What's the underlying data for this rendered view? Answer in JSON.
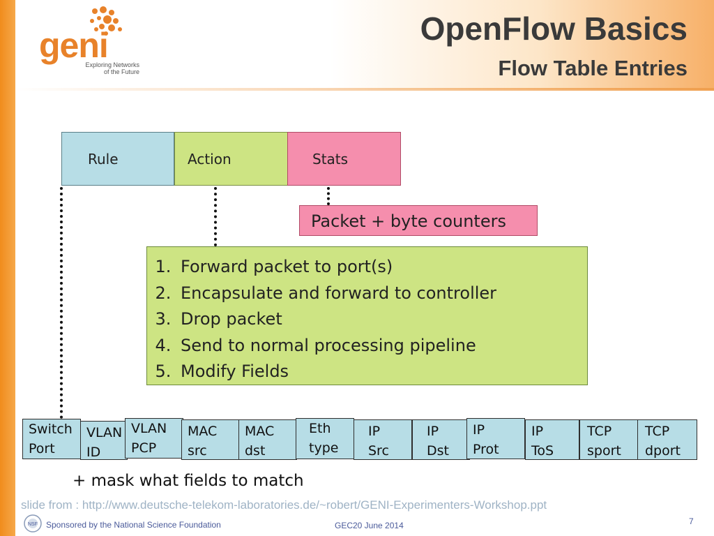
{
  "header": {
    "title": "OpenFlow Basics",
    "subtitle": "Flow Table Entries",
    "logo_word": "geni",
    "logo_tagline_1": "Exploring Networks",
    "logo_tagline_2": "of the Future"
  },
  "flow_entry": {
    "rule": "Rule",
    "action": "Action",
    "stats": "Stats"
  },
  "stats_detail": "Packet + byte counters",
  "actions": [
    "Forward packet to port(s)",
    "Encapsulate and forward to controller",
    "Drop packet",
    "Send to normal processing pipeline",
    "Modify Fields"
  ],
  "match_fields": [
    "Switch\nPort",
    "VLAN\nID",
    "VLAN\nPCP",
    "MAC\nsrc",
    "MAC\ndst",
    "Eth\ntype",
    "IP\nSrc",
    "IP\nDst",
    "IP\nProt",
    "IP\nToS",
    "TCP\nsport",
    "TCP\ndport"
  ],
  "mask_note": "+ mask what fields to match",
  "footer": {
    "source": "slide from : http://www.deutsche-telekom-laboratories.de/~robert/GENI-Experimenters-Workshop.ppt",
    "sponsor": "Sponsored by the National Science Foundation",
    "event": "GEC20 June 2014",
    "page_number": "7"
  },
  "colors": {
    "rule": "#b7dde6",
    "action": "#cde483",
    "stats": "#f58ead",
    "accent_orange": "#f08c1c"
  }
}
